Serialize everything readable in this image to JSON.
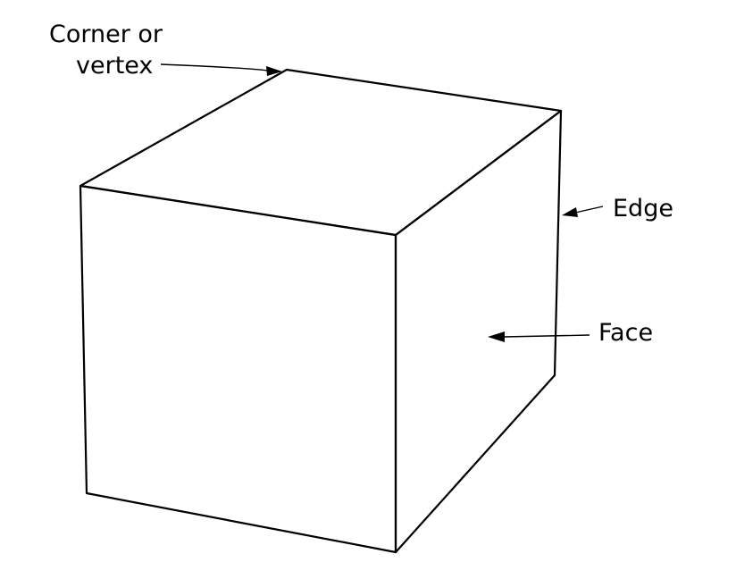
{
  "labels": {
    "corner_line1": "Corner or",
    "corner_line2": "vertex",
    "edge": "Edge",
    "face": "Face"
  },
  "colors": {
    "ink": "#000000",
    "background": "#ffffff"
  }
}
